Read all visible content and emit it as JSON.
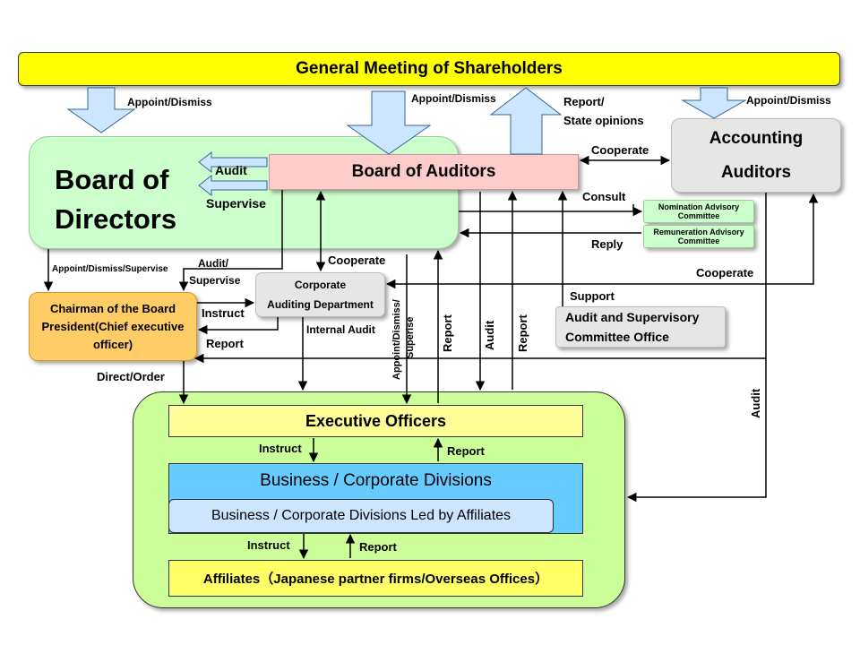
{
  "boxes": {
    "gms": "General Meeting of Shareholders",
    "bod_line1": "Board of",
    "bod_line2": "Directors",
    "boa": "Board of Auditors",
    "acc_line1": "Accounting",
    "acc_line2": "Auditors",
    "nomination": "Nomination Advisory Committee",
    "remuneration": "Remuneration Advisory Committee",
    "chairman_line1": "Chairman of the Board",
    "chairman_line2": "President(Chief executive",
    "chairman_line3": "officer)",
    "cad_line1": "Corporate",
    "cad_line2": "Auditing Department",
    "asco_line1": "Audit and Supervisory",
    "asco_line2": "Committee Office",
    "exec": "Executive Officers",
    "bcd": "Business / Corporate Divisions",
    "bcd_aff": "Business / Corporate Divisions Led by Affiliates",
    "affiliates": "Affiliates（Japanese partner firms/Overseas Offices）"
  },
  "labels": {
    "appoint_dismiss_1": "Appoint/Dismiss",
    "appoint_dismiss_2": "Appoint/Dismiss",
    "appoint_dismiss_3": "Appoint/Dismiss",
    "report_state_1": "Report/",
    "report_state_2": "State opinions",
    "cooperate_top": "Cooperate",
    "audit": "Audit",
    "supervise": "Supervise",
    "consult": "Consult",
    "reply": "Reply",
    "appoint_dismiss_supervise": "Appoint/Dismiss/Supervise",
    "audit_supervise_1": "Audit/",
    "audit_supervise_2": "Supervise",
    "cooperate_mid": "Cooperate",
    "cooperate_right": "Cooperate",
    "support": "Support",
    "instruct": "Instruct",
    "report_chair": "Report",
    "internal_audit": "Internal Audit",
    "direct_order": "Direct/Order",
    "v_appoint_1": "Appoint/Dismiss/",
    "v_appoint_2": "Superise",
    "v_report_1": "Report",
    "v_audit_1": "Audit",
    "v_report_2": "Report",
    "v_audit_right": "Audit",
    "instruct_exec": "Instruct",
    "report_exec": "Report",
    "instruct_aff": "Instruct",
    "report_aff": "Report"
  },
  "colors": {
    "gms": "#ffff00",
    "bod": "#ccffcc",
    "boa": "#ffcccc",
    "acc": "#e6e6e6",
    "committee": "#ccffcc",
    "chairman": "#ffcc66",
    "cad": "#e6e6e6",
    "asco": "#e6e6e6",
    "exec_group": "#ccff99",
    "exec": "#ffff99",
    "bcd": "#66ccff",
    "bcd_aff": "#cce6ff",
    "affiliates": "#ffff66",
    "big_arrow": "#cce6ff"
  }
}
